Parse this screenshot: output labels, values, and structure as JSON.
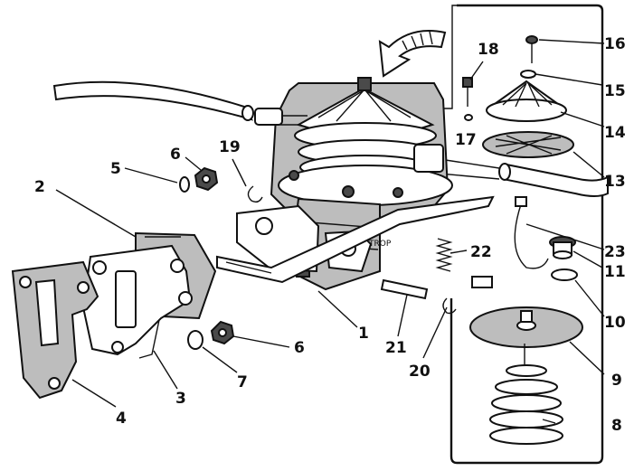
{
  "labels": [
    {
      "id": "1",
      "text": "1"
    },
    {
      "id": "2",
      "text": "2"
    },
    {
      "id": "3",
      "text": "3"
    },
    {
      "id": "4",
      "text": "4"
    },
    {
      "id": "5",
      "text": "5"
    },
    {
      "id": "6a",
      "text": "6"
    },
    {
      "id": "6b",
      "text": "6"
    },
    {
      "id": "7",
      "text": "7"
    },
    {
      "id": "8",
      "text": "8"
    },
    {
      "id": "9",
      "text": "9"
    },
    {
      "id": "10",
      "text": "10"
    },
    {
      "id": "11",
      "text": "11"
    },
    {
      "id": "13",
      "text": "13"
    },
    {
      "id": "14",
      "text": "14"
    },
    {
      "id": "15",
      "text": "15"
    },
    {
      "id": "16",
      "text": "16"
    },
    {
      "id": "17",
      "text": "17"
    },
    {
      "id": "18",
      "text": "18"
    },
    {
      "id": "19",
      "text": "19"
    },
    {
      "id": "20",
      "text": "20"
    },
    {
      "id": "21",
      "text": "21"
    },
    {
      "id": "22",
      "text": "22"
    },
    {
      "id": "23",
      "text": "23"
    }
  ]
}
